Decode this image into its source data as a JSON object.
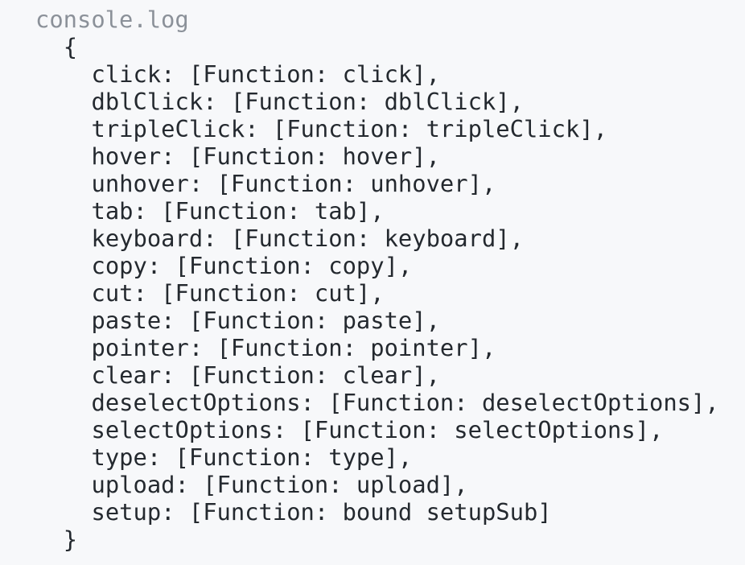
{
  "console": {
    "label": "console.log",
    "label_color": "#8b9199",
    "text_color": "#24292f",
    "background_color": "#f7f8fa",
    "open_brace": "{",
    "close_brace": "}",
    "entries": [
      {
        "key": "click",
        "value": "[Function: click]",
        "line": "click: [Function: click],"
      },
      {
        "key": "dblClick",
        "value": "[Function: dblClick]",
        "line": "dblClick: [Function: dblClick],"
      },
      {
        "key": "tripleClick",
        "value": "[Function: tripleClick]",
        "line": "tripleClick: [Function: tripleClick],"
      },
      {
        "key": "hover",
        "value": "[Function: hover]",
        "line": "hover: [Function: hover],"
      },
      {
        "key": "unhover",
        "value": "[Function: unhover]",
        "line": "unhover: [Function: unhover],"
      },
      {
        "key": "tab",
        "value": "[Function: tab]",
        "line": "tab: [Function: tab],"
      },
      {
        "key": "keyboard",
        "value": "[Function: keyboard]",
        "line": "keyboard: [Function: keyboard],"
      },
      {
        "key": "copy",
        "value": "[Function: copy]",
        "line": "copy: [Function: copy],"
      },
      {
        "key": "cut",
        "value": "[Function: cut]",
        "line": "cut: [Function: cut],"
      },
      {
        "key": "paste",
        "value": "[Function: paste]",
        "line": "paste: [Function: paste],"
      },
      {
        "key": "pointer",
        "value": "[Function: pointer]",
        "line": "pointer: [Function: pointer],"
      },
      {
        "key": "clear",
        "value": "[Function: clear]",
        "line": "clear: [Function: clear],"
      },
      {
        "key": "deselectOptions",
        "value": "[Function: deselectOptions]",
        "line": "deselectOptions: [Function: deselectOptions],"
      },
      {
        "key": "selectOptions",
        "value": "[Function: selectOptions]",
        "line": "selectOptions: [Function: selectOptions],"
      },
      {
        "key": "type",
        "value": "[Function: type]",
        "line": "type: [Function: type],"
      },
      {
        "key": "upload",
        "value": "[Function: upload]",
        "line": "upload: [Function: upload],"
      },
      {
        "key": "setup",
        "value": "[Function: bound setupSub]",
        "line": "setup: [Function: bound setupSub]"
      }
    ]
  }
}
